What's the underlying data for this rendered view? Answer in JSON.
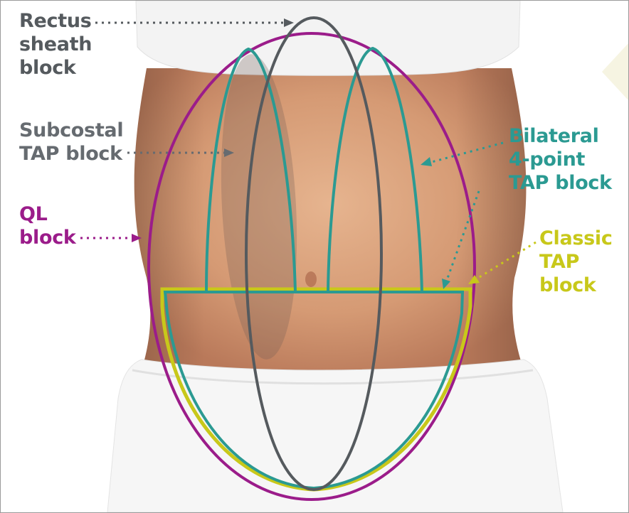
{
  "colors": {
    "rectus_sheath": "#555a5e",
    "subcostal_tap": "#666b70",
    "ql": "#9b1c8a",
    "bilateral_tap": "#2b9a92",
    "classic_tap": "#c8c81a",
    "skin": "#d9a07b",
    "garment": "#f4f4f4"
  },
  "labels": {
    "rectus_sheath": {
      "lines": [
        "Rectus",
        "sheath",
        "block"
      ],
      "color": "#555a5e"
    },
    "subcostal_tap": {
      "lines": [
        "Subcostal",
        "TAP block"
      ],
      "color": "#666b70"
    },
    "ql": {
      "lines": [
        "QL",
        "block"
      ],
      "color": "#9b1c8a"
    },
    "bilateral_tap": {
      "lines": [
        "Bilateral",
        "4-point",
        "TAP block"
      ],
      "color": "#2b9a92"
    },
    "classic_tap": {
      "lines": [
        "Classic",
        "TAP",
        "block"
      ],
      "color": "#c8c81a"
    }
  }
}
